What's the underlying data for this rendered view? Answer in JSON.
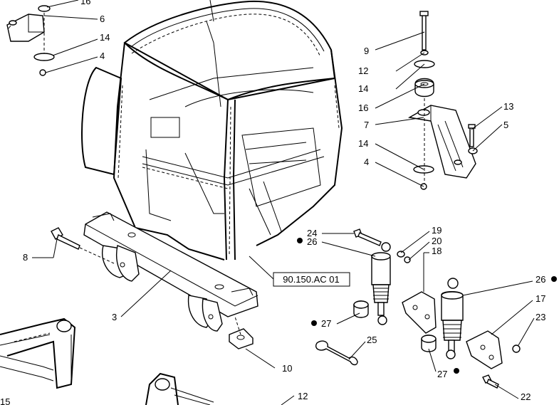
{
  "diagram": {
    "reference_box": "90.150.AC 01",
    "callouts": {
      "c16": "16",
      "c6": "6",
      "c14a": "14",
      "c4a": "4",
      "c9": "9",
      "c12a": "12",
      "c14b": "14",
      "c16b": "16",
      "c13": "13",
      "c7": "7",
      "c5": "5",
      "c14c": "14",
      "c4b": "4",
      "c8": "8",
      "c3": "3",
      "c10": "10",
      "c24": "24",
      "c26a": "26",
      "c19": "19",
      "c20": "20",
      "c18": "18",
      "c26b": "26",
      "c17": "17",
      "c23": "23",
      "c27a": "27",
      "c25": "25",
      "c27b": "27",
      "c22": "22",
      "c12b": "12",
      "c15": "15"
    }
  }
}
